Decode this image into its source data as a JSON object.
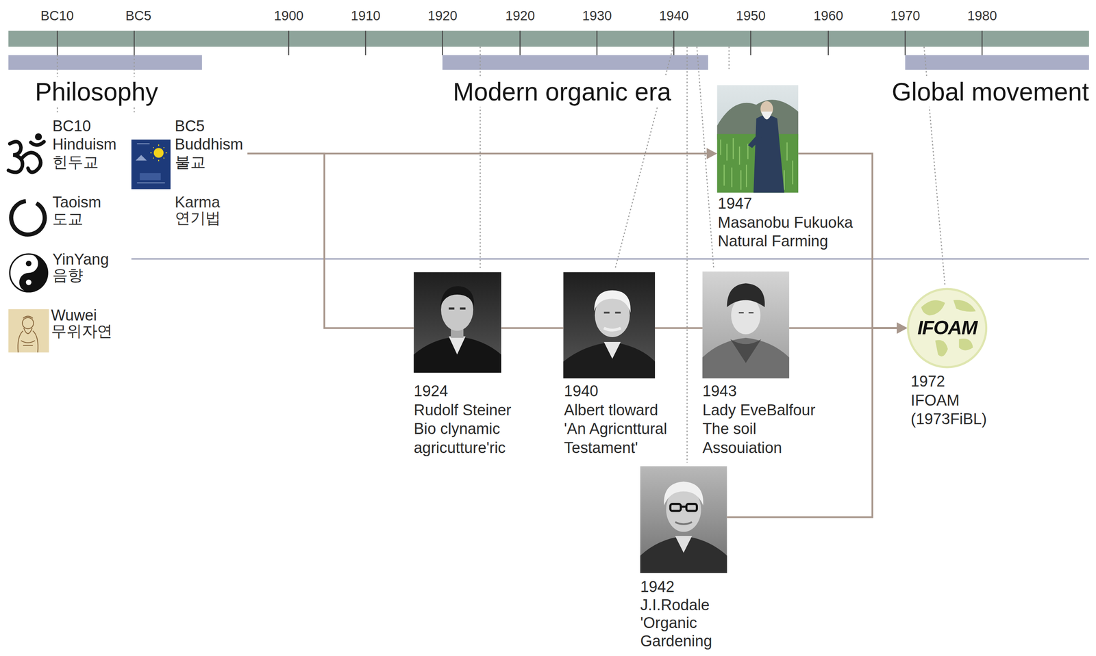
{
  "diagram": {
    "nodes": [
      {
        "text": [
          "BC10",
          "Hinduism",
          "힌두교"
        ]
      },
      {
        "text": [
          "BC5",
          "Buddhism",
          "불교"
        ]
      },
      {
        "text": [
          "Taoism",
          "도교"
        ]
      },
      {
        "text": [
          "YinYang",
          "음향"
        ]
      },
      {
        "text": [
          "Wuwei",
          "무위자연"
        ]
      },
      {
        "text": [
          "1947",
          "Masanobu Fukuoka",
          "Natural Farming"
        ]
      },
      {
        "text": [
          "1924",
          "Rudolf Steiner",
          "Bio clynamic",
          "agricutture'ric"
        ]
      },
      {
        "text": [
          "1940",
          "Albert tloward",
          "'An Agricnttural",
          "Testament'"
        ]
      },
      {
        "text": [
          "1943",
          "Lady EveBalfour",
          "The soil",
          "Assouiation"
        ]
      },
      {
        "text": [
          "1942",
          "J.I.Rodale",
          "'Organic",
          "Gardening"
        ]
      },
      {
        "text": [
          "IFOAM",
          "1972",
          "IFOAM",
          "(1973FiBL)"
        ]
      }
    ],
    "edges": [
      {
        "from": 1,
        "to": 5,
        "arrow": "to"
      },
      {
        "from": 1,
        "to": 6,
        "arrow": "none"
      },
      {
        "from": 6,
        "to": 7,
        "arrow": "none"
      },
      {
        "from": 7,
        "to": 8,
        "arrow": "none"
      },
      {
        "from": 8,
        "to": 10,
        "arrow": "to"
      },
      {
        "from": 5,
        "to": 10,
        "arrow": "to"
      },
      {
        "from": 9,
        "to": 10,
        "arrow": "to"
      }
    ],
    "labels": [
      "BC10",
      "BC5",
      "1900",
      "1910",
      "1920",
      "1920",
      "1930",
      "1940",
      "1950",
      "1960",
      "1970",
      "1980",
      "Philosophy",
      "Modern organic era",
      "Global movement",
      "Karma",
      "연기법"
    ]
  }
}
